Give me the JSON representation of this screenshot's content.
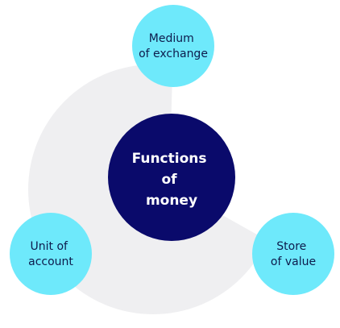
{
  "diagram": {
    "center": {
      "lines": [
        "Functions",
        "of",
        "money"
      ]
    },
    "nodes": [
      {
        "id": "medium",
        "lines": [
          "Medium",
          "of exchange"
        ]
      },
      {
        "id": "unit",
        "lines": [
          "Unit of",
          "account"
        ]
      },
      {
        "id": "store",
        "lines": [
          "Store",
          "of value"
        ]
      }
    ]
  },
  "colors": {
    "background_ring": "#efeff1",
    "center_fill": "#0a0a6b",
    "node_fill": "#6ee9fb",
    "node_text": "#0d1b4c",
    "center_text": "#ffffff"
  }
}
